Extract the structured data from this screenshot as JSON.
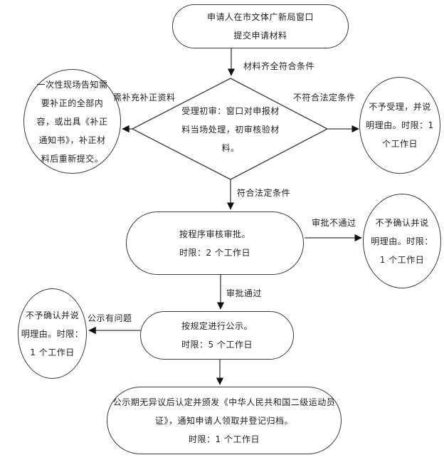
{
  "flowchart": {
    "colors": {
      "border": "#3a3a3a",
      "text": "#1f1f1f",
      "background": "#ffffff"
    },
    "nodes": {
      "submit": {
        "text": "申请人在市文体广新局窗口\n提交申请材料"
      },
      "initial_review": {
        "text": "受理初审：窗口对申报材\n料当场处理，初审核验材\n料。"
      },
      "supplement": {
        "text": "一次性现场告知需\n要补正的全部内\n容，或出具《补正\n通知书》，补正材\n料后重新提交。"
      },
      "reject": {
        "text": "不予受理，并说\n明理由。时限：1\n个工作日"
      },
      "approve": {
        "text": "按程序审核审批。\n时限：2 个工作日"
      },
      "deny_approval": {
        "text": "不予确认并说\n明理由。时限：\n1 个工作日"
      },
      "publicity": {
        "text": "按规定进行公示。\n时限：5 个工作日"
      },
      "deny_publicity": {
        "text": "不予确认并说\n明理由。时限：\n1 个工作日"
      },
      "issue": {
        "text": "公示期无异议后认定并颁发《中华人民共和国二级运动员\n证》，通知申请人领取并登记归档。\n时限：1 个工作日"
      }
    },
    "edge_labels": {
      "materials_ok": "材料齐全符合条件",
      "need_supplement": "需补充补正资料",
      "not_legal": "不符合法定条件",
      "legal": "符合法定条件",
      "approval_fail": "审批不通过",
      "approval_pass": "审批通过",
      "publicity_problem": "公示有问题"
    }
  }
}
